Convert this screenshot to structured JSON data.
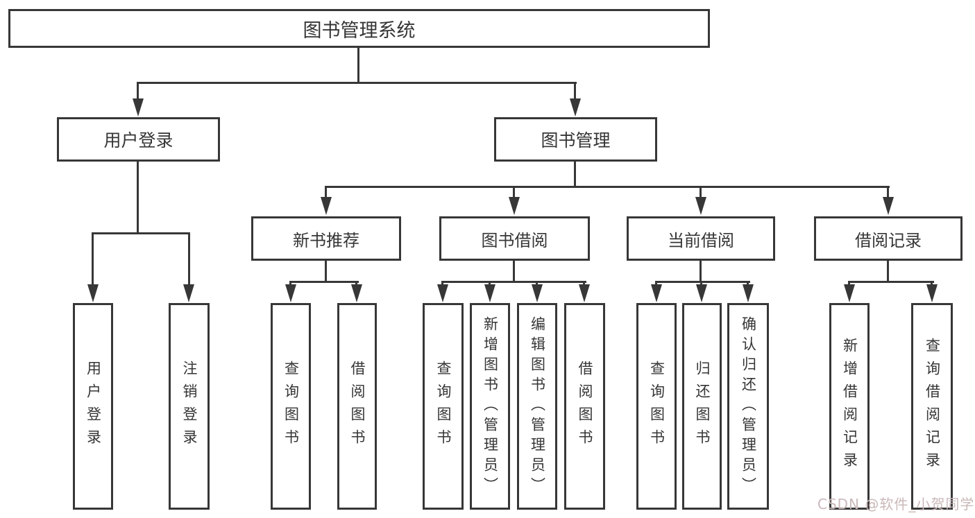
{
  "colors": {
    "line": "#373737",
    "text": "#353535",
    "watermark": "#cbb8b8",
    "background": "#ffffff"
  },
  "root": {
    "label": "图书管理系统"
  },
  "level2": {
    "user_login": {
      "label": "用户登录"
    },
    "book_mgmt": {
      "label": "图书管理"
    }
  },
  "level3": {
    "new_book_rec": {
      "label": "新书推荐"
    },
    "book_borrow": {
      "label": "图书借阅"
    },
    "current_borrow": {
      "label": "当前借阅"
    },
    "borrow_record": {
      "label": "借阅记录"
    }
  },
  "leaves": {
    "user_login": [
      "用户登录",
      "注销登录"
    ],
    "new_book_rec": [
      "查询图书",
      "借阅图书"
    ],
    "book_borrow": [
      "查询图书",
      "新增图书（管理员）",
      "编辑图书（管理员）",
      "借阅图书"
    ],
    "current_borrow": [
      "查询图书",
      "归还图书",
      "确认归还（管理员）"
    ],
    "borrow_record": [
      "新增借阅记录",
      "查询借阅记录"
    ]
  },
  "watermark": {
    "text": "CSDN @软件_小贺同学"
  }
}
